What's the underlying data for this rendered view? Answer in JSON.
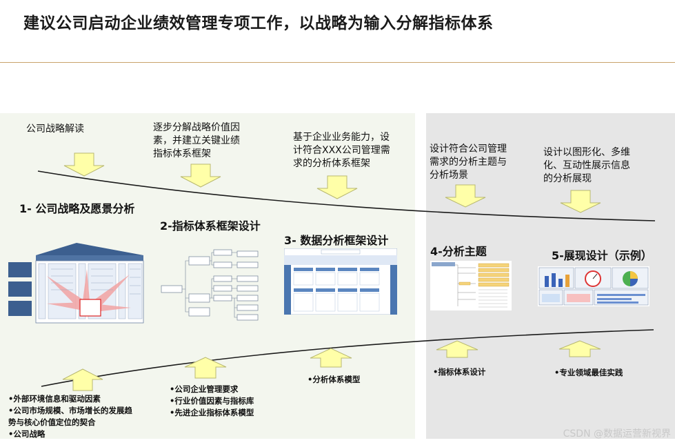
{
  "title": "建议公司启动企业绩效管理专项工作，以战略为输入分解指标体系",
  "top_notes": [
    {
      "lines": [
        "公司战略解读"
      ]
    },
    {
      "lines": [
        "逐步分解战略价值因",
        "素，并建立关键业绩",
        "指标体系框架"
      ]
    },
    {
      "lines": [
        "基于企业业务能力，设",
        "计符合XXX公司管理需",
        "求的分析体系框架"
      ]
    },
    {
      "lines": [
        "设计符合公司管理",
        "需求的分析主题与",
        "分析场景"
      ]
    },
    {
      "lines": [
        "设计以图形化、多维",
        "化、互动性展示信息",
        "的分析展现"
      ]
    }
  ],
  "phases": [
    "1- 公司战略及愿景分析",
    "2-指标体系框架设计",
    "3- 数据分析框架设计",
    "4-分析主题",
    "5-展现设计（示例）"
  ],
  "bottom_bullets": [
    [
      "•外部环境信息和驱动因素",
      "•公司市场规模、市场增长的发展趋",
      "势与核心价值定位的契合",
      "•公司战略"
    ],
    [
      "•公司企业管理要求",
      "•行业价值因素与指标库",
      "•先进企业指标体系模型"
    ],
    [
      "•分析体系模型"
    ],
    [
      "•指标体系设计"
    ],
    [
      "•专业领域最佳实践"
    ]
  ],
  "watermark": "CSDN @数据运营新视界",
  "colors": {
    "arrow_fill": "#ffffa8",
    "arrow_stroke": "#b8b870",
    "left_panel": "#f3f6ee",
    "right_panel": "#e6e6e6",
    "title_rule": "#c8a36a"
  }
}
